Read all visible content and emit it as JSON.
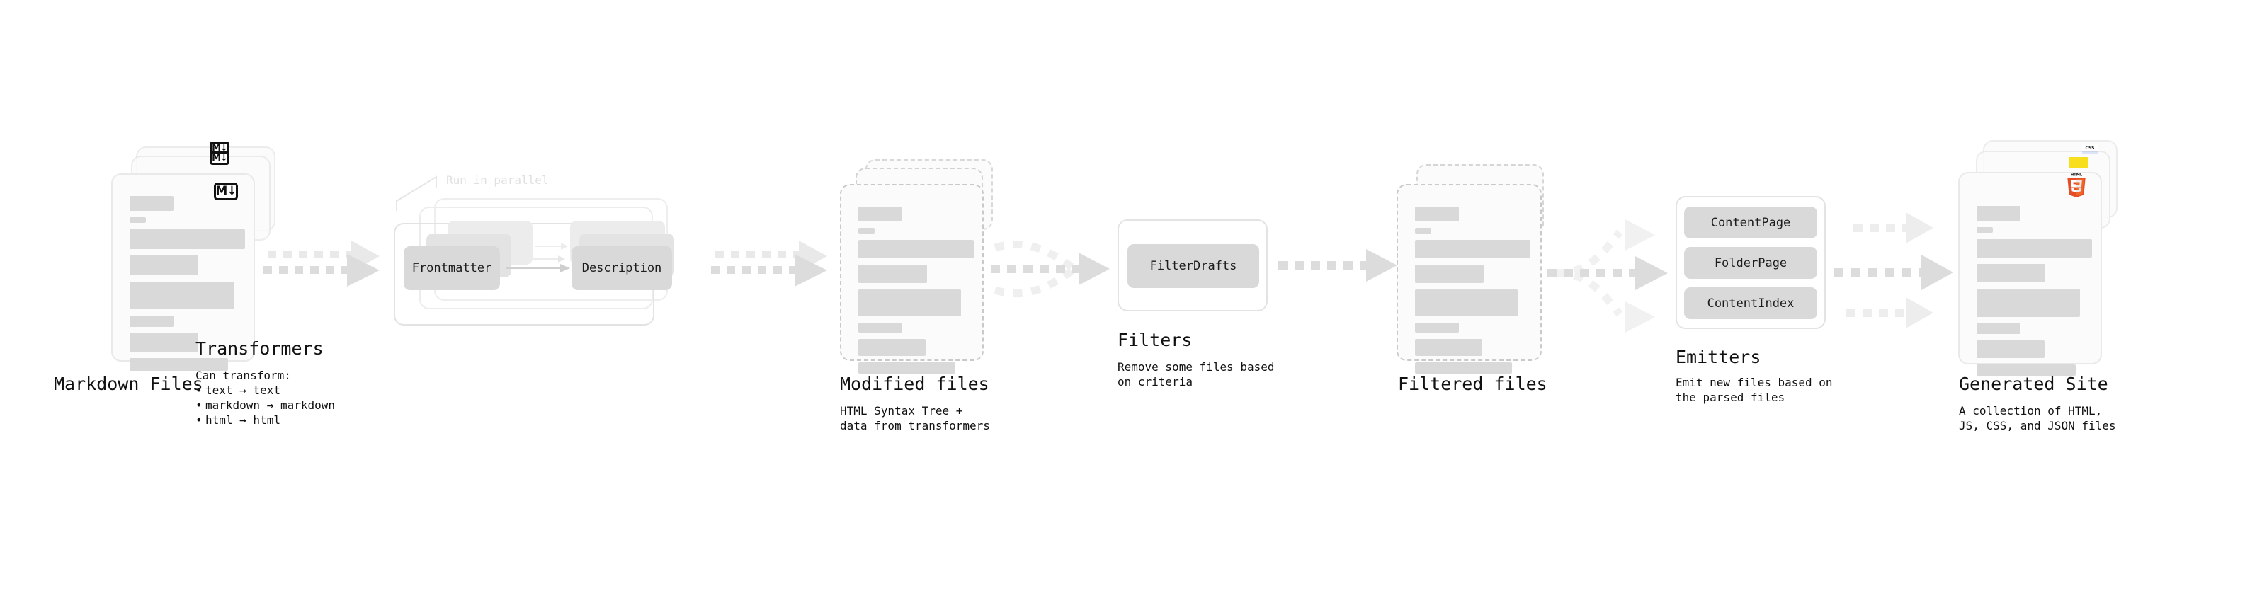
{
  "diagram": {
    "title_hidden": "",
    "stages": [
      {
        "id": "markdown-files",
        "title": "Markdown Files",
        "subtitle": "",
        "badge": "M↓"
      },
      {
        "id": "transformers",
        "title": "Transformers",
        "subtitle_head": "Can transform:",
        "bullets": [
          "text → text",
          "markdown → markdown",
          "html → html"
        ],
        "annotation": "Run in parallel",
        "chips": [
          "Frontmatter",
          "Description"
        ]
      },
      {
        "id": "modified-files",
        "title": "Modified files",
        "subtitle": "HTML Syntax Tree +\ndata from transformers"
      },
      {
        "id": "filters",
        "title": "Filters",
        "subtitle": "Remove some files based\non criteria",
        "chips": [
          "FilterDrafts"
        ]
      },
      {
        "id": "filtered-files",
        "title": "Filtered files",
        "subtitle": ""
      },
      {
        "id": "emitters",
        "title": "Emitters",
        "subtitle": "Emit new files based on\nthe parsed files",
        "chips": [
          "ContentPage",
          "FolderPage",
          "ContentIndex"
        ]
      },
      {
        "id": "generated-site",
        "title": "Generated Site",
        "subtitle": "A collection of HTML,\nJS, CSS, and JSON files",
        "badges": [
          "HTML",
          "JS",
          "CSS"
        ]
      }
    ],
    "colors": {
      "ink": "#111111",
      "bar": "#d9d9d9",
      "card_bg": "#fbfbfb",
      "card_border": "#e9e9e9",
      "dashed_border": "#c9c9c9",
      "arrow": "#dcdcdc",
      "chip": "#d9d9d9",
      "html5_orange": "#e44d26",
      "html5_orange_light": "#f16529",
      "js_yellow": "#f7df1e",
      "css_blue": "#2965f1",
      "annotation_grey": "#e0e0e0"
    }
  }
}
